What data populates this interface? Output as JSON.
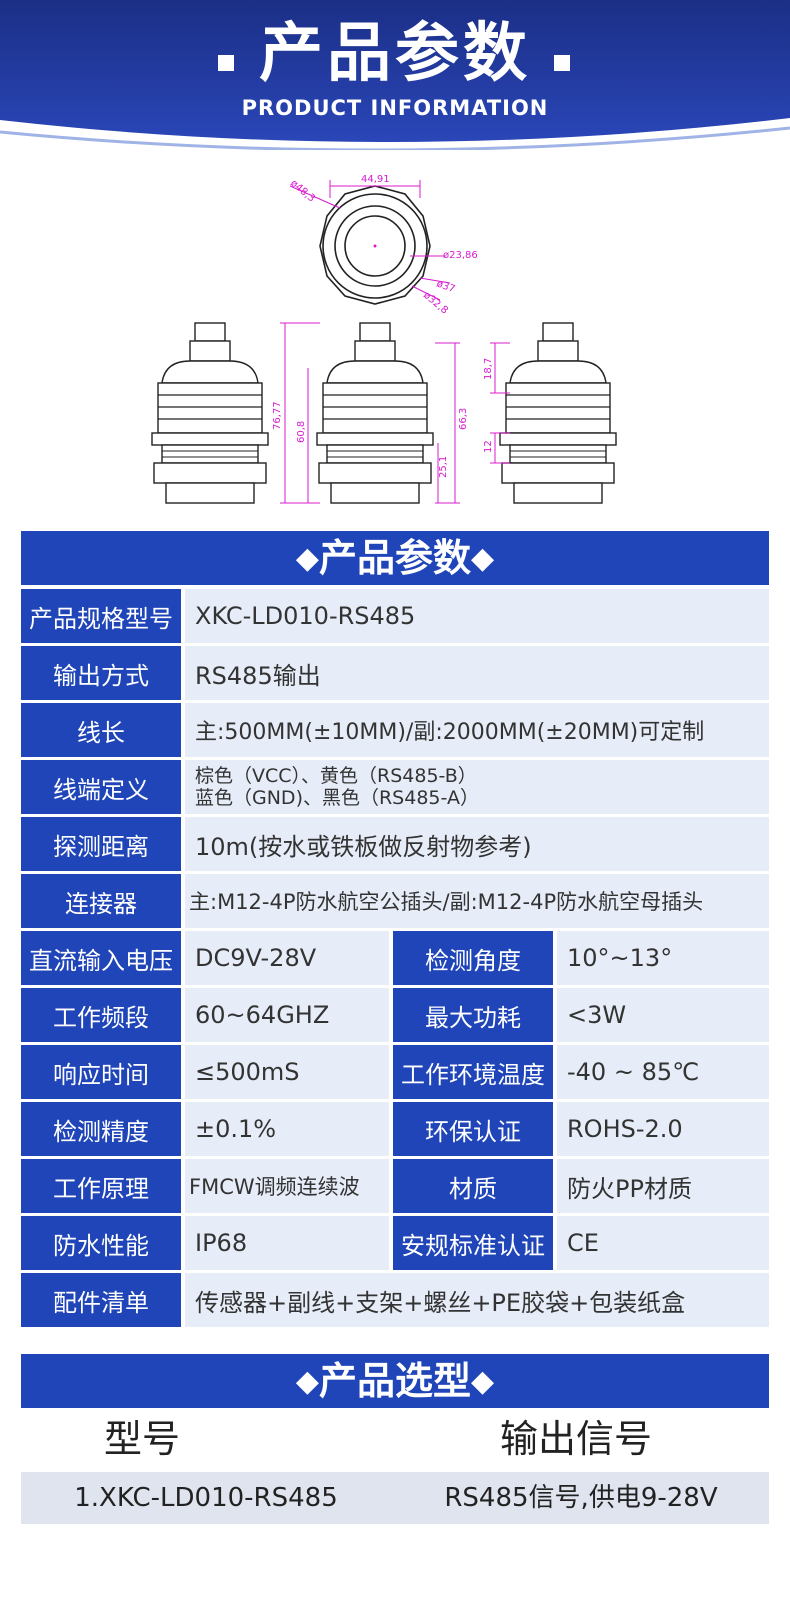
{
  "banner": {
    "title": "产品参数",
    "subtitle": "PRODUCT INFORMATION"
  },
  "drawing": {
    "dims": [
      "44,91",
      "ø48,3",
      "ø23,86",
      "ø37",
      "ø32,8",
      "76,77",
      "60,8",
      "66,3",
      "25,1",
      "18,7",
      "12"
    ]
  },
  "params": {
    "heading": "产品参数",
    "rows_full": [
      {
        "label": "产品规格型号",
        "value": "XKC-LD010-RS485"
      },
      {
        "label": "输出方式",
        "value": "RS485输出"
      },
      {
        "label": "线长",
        "value": "主:500MM(±10MM)/副:2000MM(±20MM)可定制"
      },
      {
        "label": "线端定义",
        "value": "棕色（VCC）、黄色（RS485-B）",
        "value2": "蓝色（GND)、黑色（RS485-A）"
      },
      {
        "label": "探测距离",
        "value": "10m(按水或铁板做反射物参考)"
      },
      {
        "label": "连接器",
        "value": "主:M12-4P防水航空公插头/副:M12-4P防水航空母插头"
      }
    ],
    "rows_pair": [
      {
        "l1": "直流输入电压",
        "v1": "DC9V-28V",
        "l2": "检测角度",
        "v2": "10°~13°"
      },
      {
        "l1": "工作频段",
        "v1": "60~64GHZ",
        "l2": "最大功耗",
        "v2": "<3W"
      },
      {
        "l1": "响应时间",
        "v1": "≤500mS",
        "l2": "工作环境温度",
        "v2": "-40 ~ 85℃"
      },
      {
        "l1": "检测精度",
        "v1": "±0.1%",
        "l2": "环保认证",
        "v2": "ROHS-2.0"
      },
      {
        "l1": "工作原理",
        "v1": "FMCW调频连续波",
        "l2": "材质",
        "v2": "防火PP材质"
      },
      {
        "l1": "防水性能",
        "v1": "IP68",
        "l2": "安规标准认证",
        "v2": "CE"
      }
    ],
    "accessories": {
      "label": "配件清单",
      "value": "传感器+副线+支架+螺丝+PE胶袋+包装纸盒"
    }
  },
  "selection": {
    "heading": "产品选型",
    "col1": "型号",
    "col2": "输出信号",
    "row": {
      "model": "1.XKC-LD010-RS485",
      "signal": "RS485信号,供电9-28V"
    }
  },
  "colors": {
    "accent": "#1f45b8",
    "dimension": "#d81bd0",
    "row_bg": "#e7edf8"
  }
}
